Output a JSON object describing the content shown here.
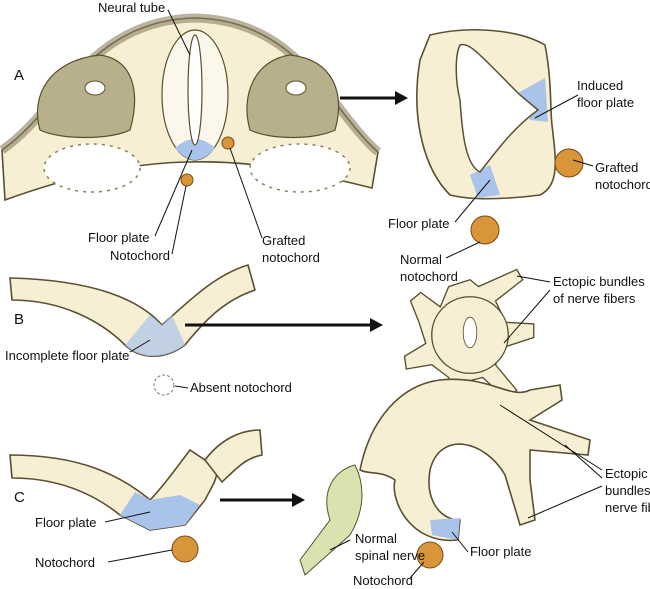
{
  "panels": {
    "a": "A",
    "b": "B",
    "c": "C"
  },
  "labels_a": {
    "neural_tube": "Neural tube",
    "floor_plate": "Floor plate",
    "notochord": "Notochord",
    "grafted_notochord_1": "Grafted",
    "grafted_notochord_2": "notochord",
    "induced_floor_plate_1": "Induced",
    "induced_floor_plate_2": "floor plate",
    "grafted_right_1": "Grafted",
    "grafted_right_2": "notochord",
    "floor_plate_right": "Floor plate",
    "normal_notochord_1": "Normal",
    "normal_notochord_2": "notochord"
  },
  "labels_b": {
    "incomplete_floor_plate": "Incomplete floor plate",
    "absent_notochord": "Absent notochord",
    "ectopic_1": "Ectopic bundles",
    "ectopic_2": "of nerve fibers"
  },
  "labels_c": {
    "floor_plate": "Floor plate",
    "notochord": "Notochord",
    "normal_spinal_nerve_1": "Normal",
    "normal_spinal_nerve_2": "spinal nerve",
    "floor_plate_right": "Floor plate",
    "notochord_right": "Notochord",
    "ectopic_1": "Ectopic",
    "ectopic_2": "bundles of",
    "ectopic_3": "nerve fibers"
  },
  "colors": {
    "tissue": "#f7efd3",
    "floor_plate": "#a9c3ea",
    "notochord": "#d9953a",
    "somite": "#b8b08a",
    "nerve": "#d8e3b0"
  }
}
